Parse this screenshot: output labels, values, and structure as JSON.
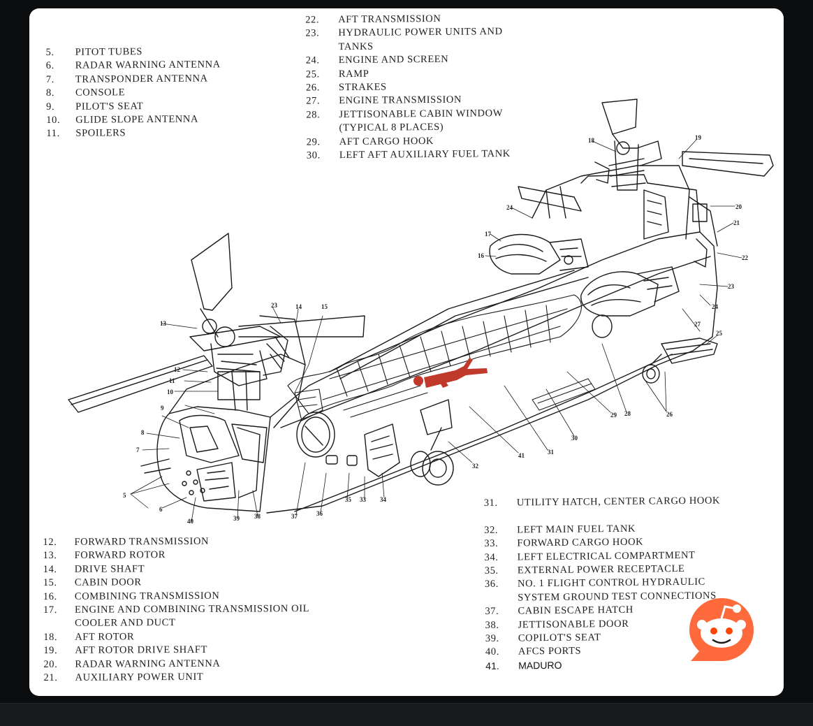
{
  "legend_top_left": [
    {
      "num": "5.",
      "label": "PITOT TUBES"
    },
    {
      "num": "6.",
      "label": "RADAR WARNING ANTENNA"
    },
    {
      "num": "7.",
      "label": "TRANSPONDER ANTENNA"
    },
    {
      "num": "8.",
      "label": "CONSOLE"
    },
    {
      "num": "9.",
      "label": "PILOT'S SEAT"
    },
    {
      "num": "10.",
      "label": "GLIDE SLOPE ANTENNA"
    },
    {
      "num": "11.",
      "label": "SPOILERS"
    }
  ],
  "legend_top_center": [
    {
      "num": "22.",
      "label": "AFT TRANSMISSION"
    },
    {
      "num": "23.",
      "label": "HYDRAULIC POWER UNITS AND TANKS"
    },
    {
      "num": "24.",
      "label": "ENGINE AND SCREEN"
    },
    {
      "num": "25.",
      "label": "RAMP"
    },
    {
      "num": "26.",
      "label": "STRAKES"
    },
    {
      "num": "27.",
      "label": "ENGINE TRANSMISSION"
    },
    {
      "num": "28.",
      "label": "JETTISONABLE CABIN WINDOW (TYPICAL 8 PLACES)"
    },
    {
      "num": "29.",
      "label": "AFT CARGO HOOK"
    },
    {
      "num": "30.",
      "label": "LEFT AFT AUXILIARY FUEL TANK"
    }
  ],
  "legend_bottom_left": [
    {
      "num": "12.",
      "label": "FORWARD TRANSMISSION"
    },
    {
      "num": "13.",
      "label": "FORWARD ROTOR"
    },
    {
      "num": "14.",
      "label": "DRIVE SHAFT"
    },
    {
      "num": "15.",
      "label": "CABIN DOOR"
    },
    {
      "num": "16.",
      "label": "COMBINING TRANSMISSION"
    },
    {
      "num": "17.",
      "label": "ENGINE AND COMBINING TRANSMISSION OIL COOLER AND DUCT"
    },
    {
      "num": "18.",
      "label": "AFT ROTOR"
    },
    {
      "num": "19.",
      "label": "AFT ROTOR DRIVE SHAFT"
    },
    {
      "num": "20.",
      "label": "RADAR WARNING ANTENNA"
    },
    {
      "num": "21.",
      "label": "AUXILIARY POWER UNIT"
    }
  ],
  "legend_bottom_right": [
    {
      "num": "31.",
      "label": "UTILITY HATCH, CENTER CARGO HOOK"
    },
    {
      "num": "32.",
      "label": "LEFT MAIN FUEL TANK"
    },
    {
      "num": "33.",
      "label": "FORWARD CARGO HOOK"
    },
    {
      "num": "34.",
      "label": "LEFT ELECTRICAL COMPARTMENT"
    },
    {
      "num": "35.",
      "label": "EXTERNAL POWER RECEPTACLE"
    },
    {
      "num": "36.",
      "label": "NO. 1 FLIGHT CONTROL HYDRAULIC SYSTEM GROUND TEST CONNECTIONS"
    },
    {
      "num": "37.",
      "label": "CABIN ESCAPE HATCH"
    },
    {
      "num": "38.",
      "label": "JETTISONABLE DOOR"
    },
    {
      "num": "39.",
      "label": "COPILOT'S SEAT"
    },
    {
      "num": "40.",
      "label": "AFCS PORTS"
    },
    {
      "num": "41.",
      "label": "MADURO",
      "modern": true
    }
  ],
  "callouts": [
    "5",
    "6",
    "7",
    "8",
    "9",
    "10",
    "11",
    "12",
    "13",
    "14",
    "15",
    "16",
    "17",
    "18",
    "19",
    "20",
    "21",
    "22",
    "23",
    "24",
    "25",
    "26",
    "27",
    "28",
    "29",
    "30",
    "31",
    "32",
    "33",
    "34",
    "35",
    "36",
    "37",
    "38",
    "39",
    "40",
    "41"
  ],
  "colors": {
    "background": "#0b0d0f",
    "card": "#ffffff",
    "ink": "#1e1e1e",
    "figure_highlight": "#c0392b",
    "badge": "#ff6a3d"
  },
  "icons": {
    "badge": "reddit-snoo-icon",
    "figure": "person-silhouette-icon"
  }
}
